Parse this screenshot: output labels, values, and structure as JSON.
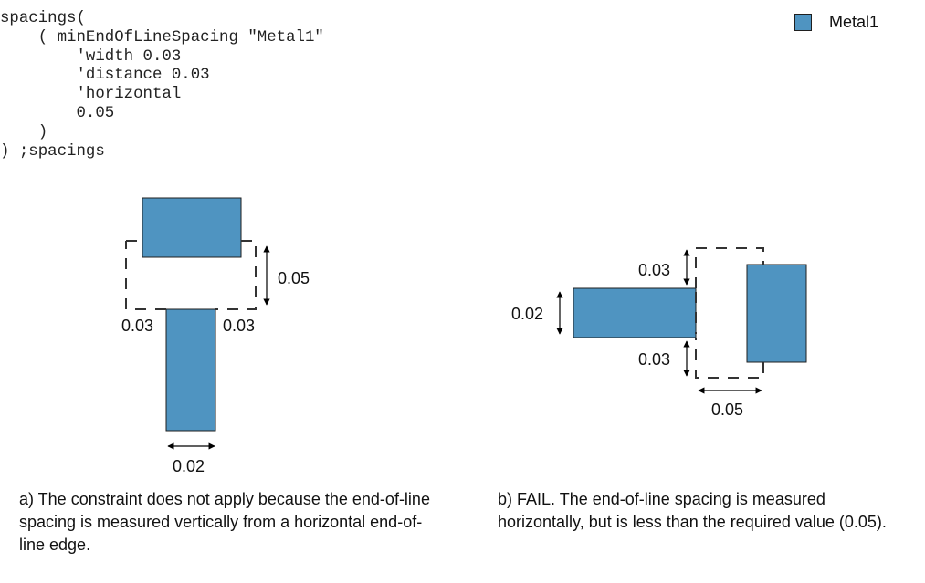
{
  "code": {
    "lines": [
      "spacings(",
      "    ( minEndOfLineSpacing \"Metal1\"",
      "        'width 0.03",
      "        'distance 0.03",
      "        'horizontal",
      "        0.05",
      "    )",
      ") ;spacings"
    ]
  },
  "legend": {
    "label": "Metal1",
    "color": "#4f94c1"
  },
  "diagram_a": {
    "spacing_label": "0.05",
    "left_width_label": "0.03",
    "right_width_label": "0.03",
    "wire_width_label": "0.02"
  },
  "diagram_b": {
    "wire_width_label": "0.02",
    "top_width_label": "0.03",
    "bottom_width_label": "0.03",
    "spacing_label": "0.05"
  },
  "captions": {
    "a": "a) The constraint does not apply because the end-of-line spacing is measured vertically from a horizontal end-of-line edge.",
    "b": "b) FAIL. The end-of-line spacing is measured horizontally, but is less than the required value (0.05)."
  }
}
